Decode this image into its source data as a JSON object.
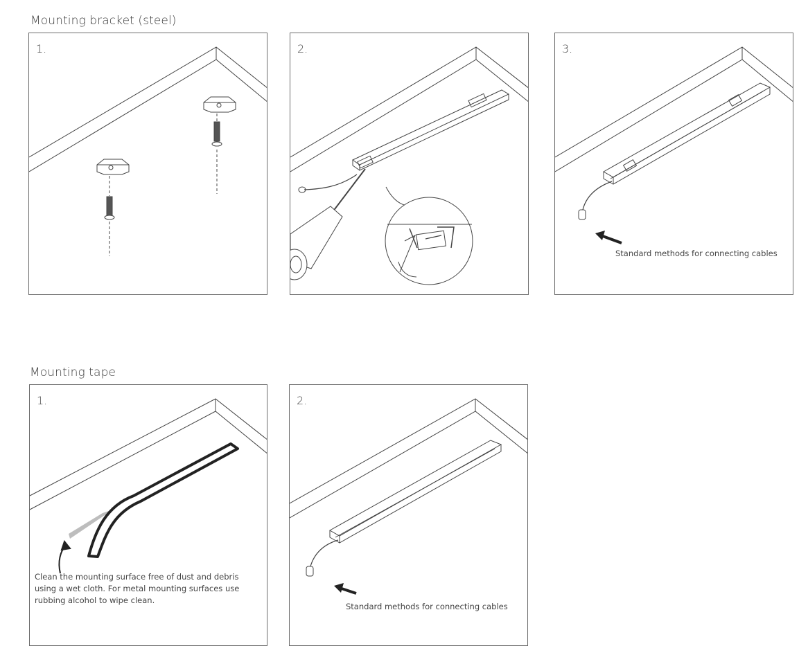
{
  "sections": [
    {
      "title": "Mounting bracket (steel)",
      "steps": [
        {
          "number": "1.",
          "caption": ""
        },
        {
          "number": "2.",
          "caption": ""
        },
        {
          "number": "3.",
          "caption": "Standard methods for connecting cables"
        }
      ]
    },
    {
      "title": "Mounting tape",
      "steps": [
        {
          "number": "1.",
          "caption": "Clean the mounting surface free of dust and debris\nusing a wet cloth. For metal mounting surfaces use\nrubbing alcohol to wipe clean."
        },
        {
          "number": "2.",
          "caption": "Standard methods for connecting cables"
        }
      ]
    }
  ]
}
